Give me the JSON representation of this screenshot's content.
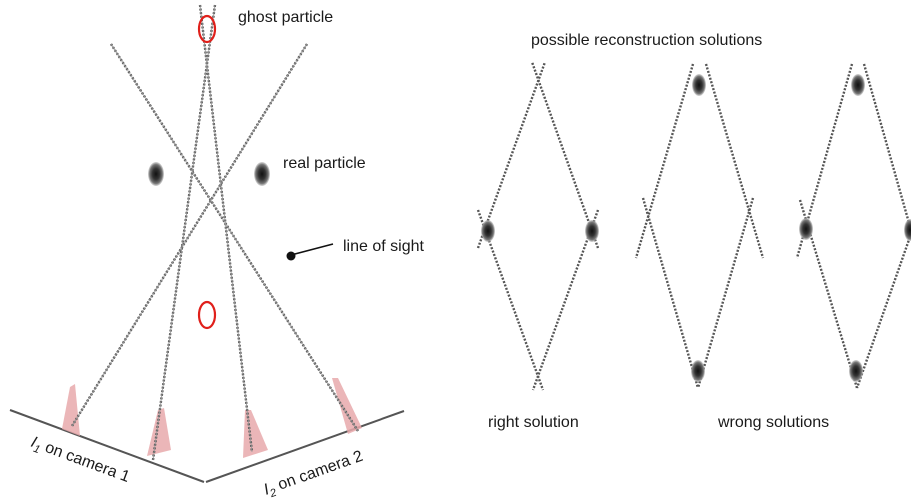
{
  "labels": {
    "ghost_particle": "ghost particle",
    "real_particle": "real particle",
    "line_of_sight": "line of sight",
    "possible_solutions": "possible reconstruction solutions",
    "right_solution": "right solution",
    "wrong_solutions": "wrong solutions",
    "camera1_symbol": "I",
    "camera1_subscript": "1",
    "camera1_text": " on camera 1",
    "camera2_symbol": "I",
    "camera2_subscript": "2",
    "camera2_text": " on camera 2"
  },
  "colors": {
    "line": "#555555",
    "particle": "#333333",
    "ghost_marker": "#e0201b",
    "cone": "#e8a9ab",
    "text": "#1a1a1a"
  }
}
